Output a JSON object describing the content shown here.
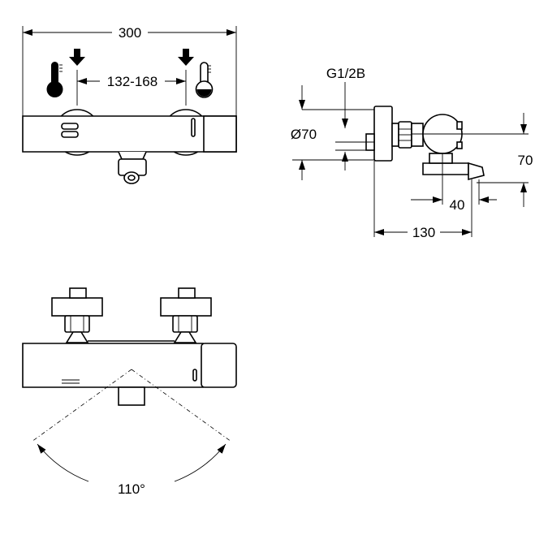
{
  "front_view": {
    "width_label": "300",
    "centers_label": "132-168",
    "cold_icon": "thermometer-cold-icon",
    "hot_icon": "thermometer-hot-icon",
    "inlet_arrow_icon": "arrow-down-icon"
  },
  "side_view": {
    "thread_label": "G1/2B",
    "diameter_label": "Ø70",
    "height_label": "70",
    "spout_label": "40",
    "depth_label": "130"
  },
  "top_view": {
    "angle_label": "110°"
  },
  "colors": {
    "line": "#000000",
    "background": "#ffffff"
  }
}
